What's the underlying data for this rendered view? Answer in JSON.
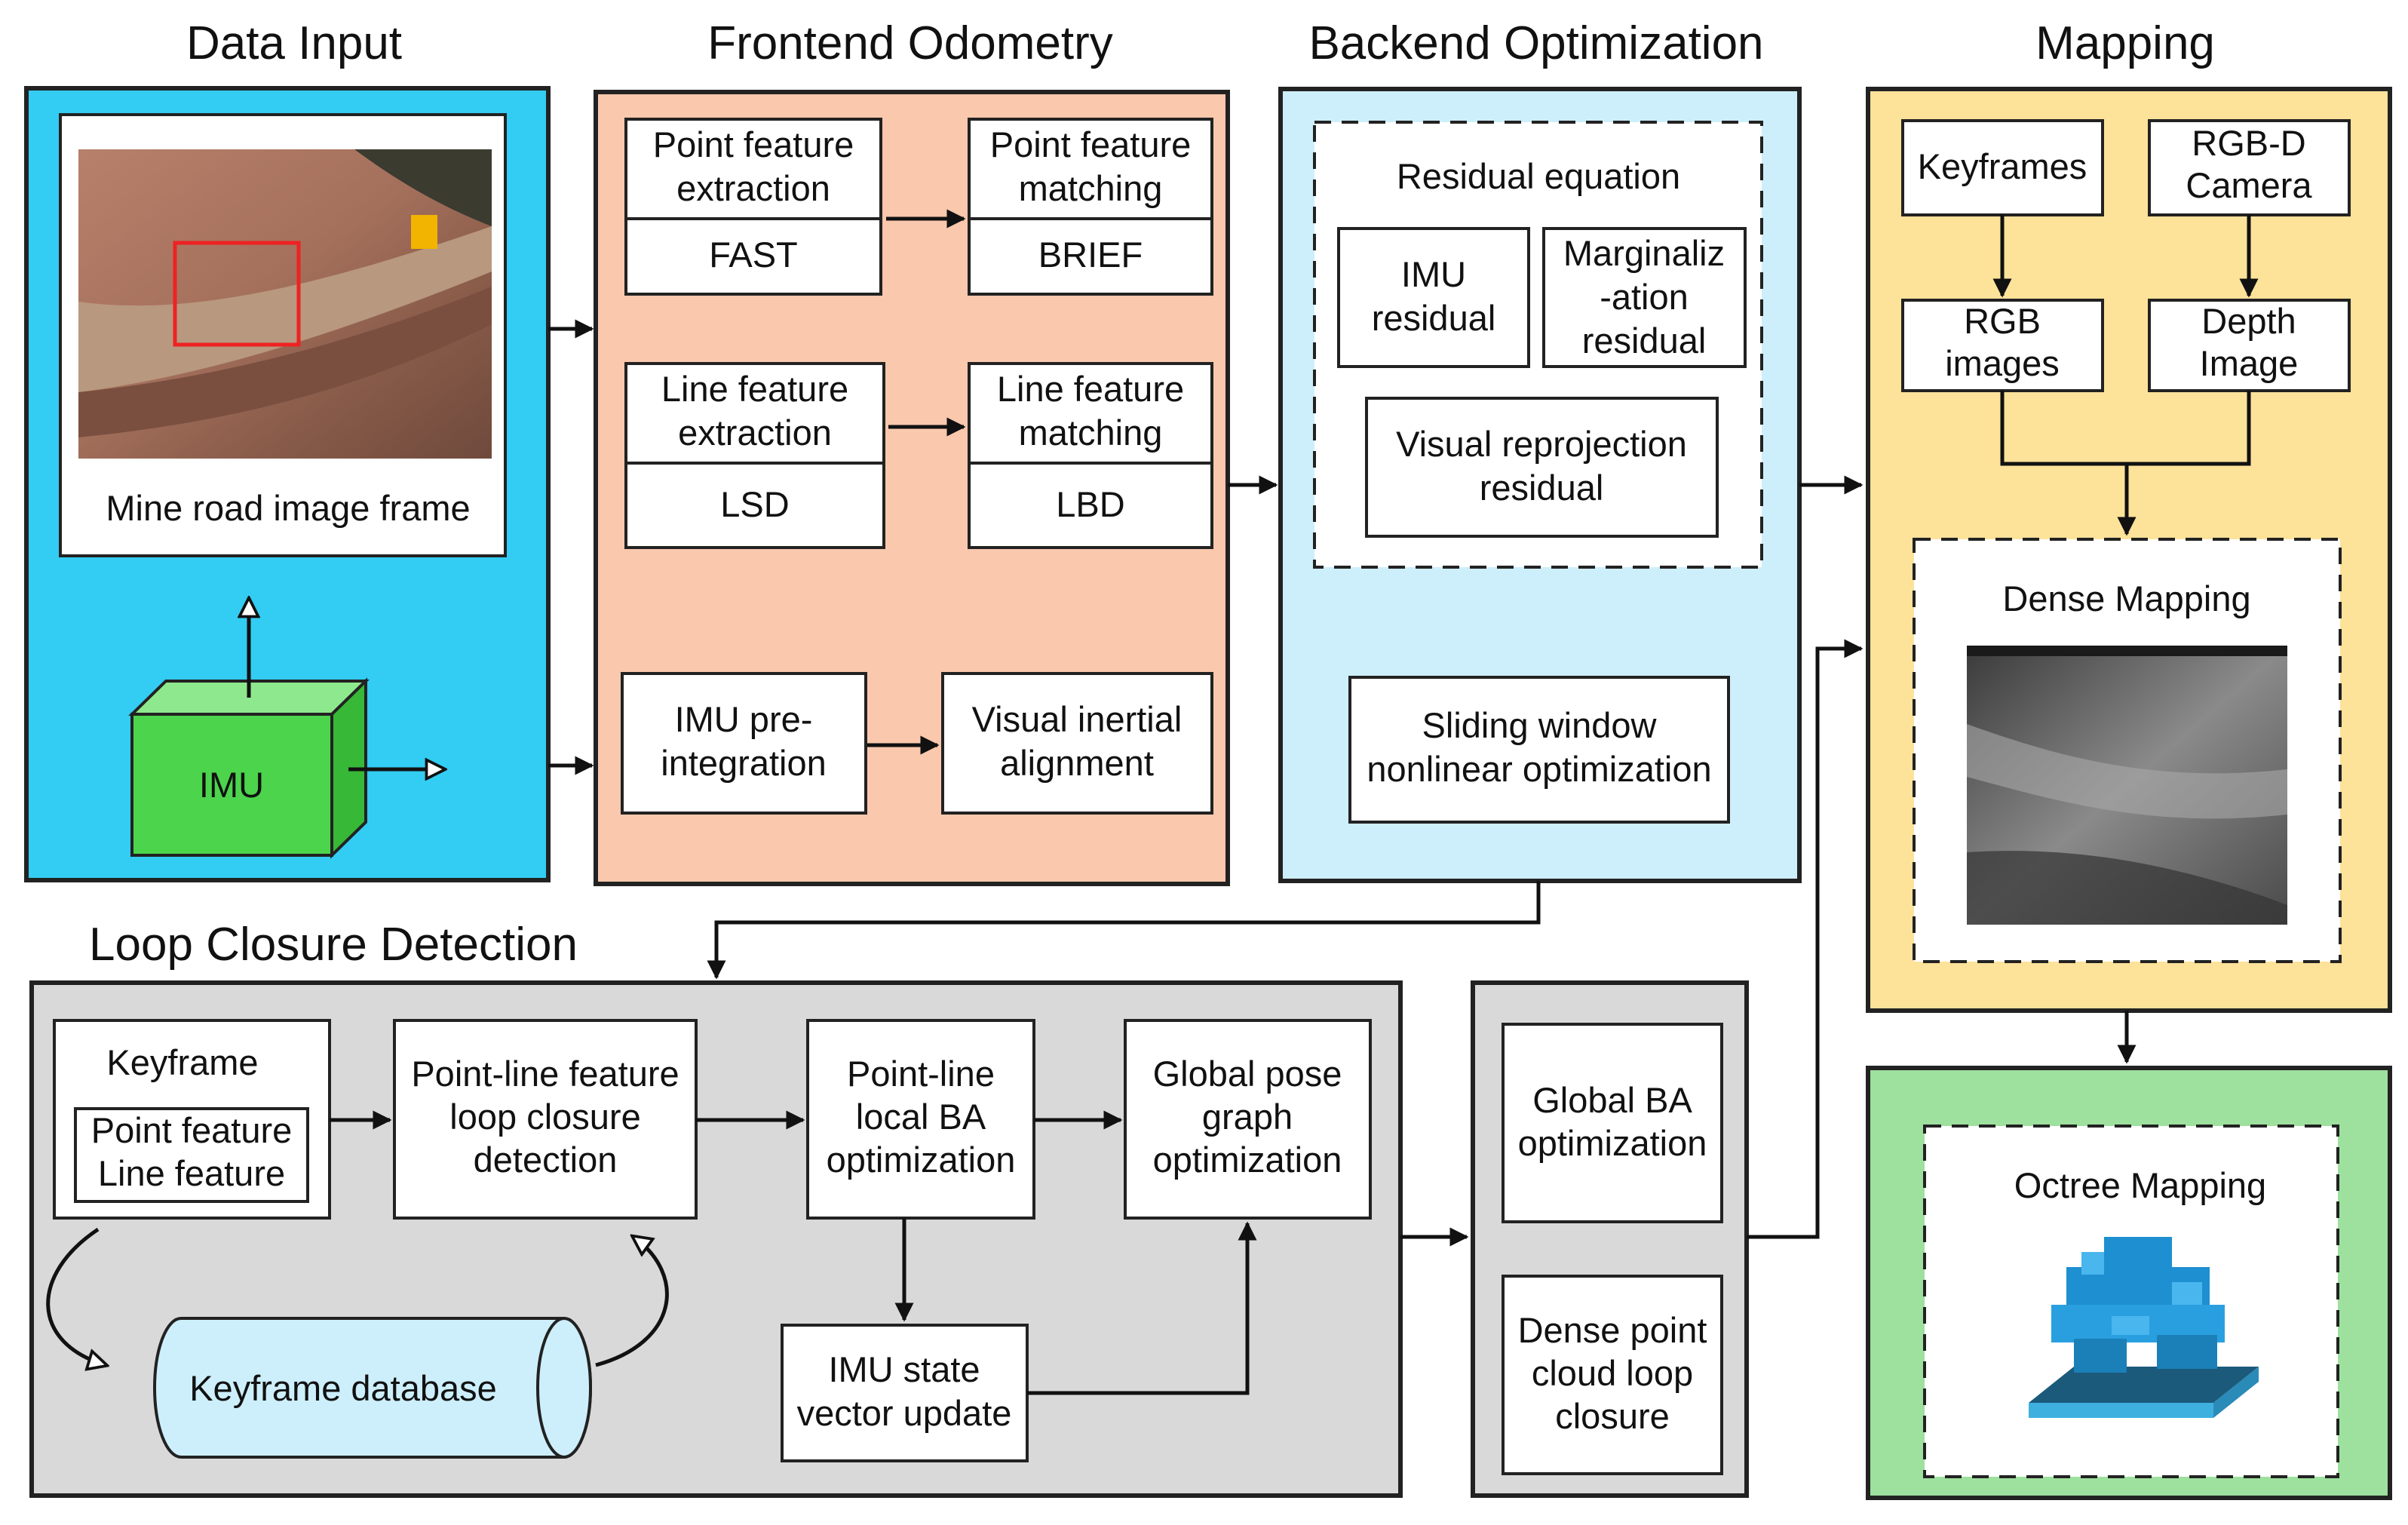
{
  "colors": {
    "data_input": "#33CCF2",
    "frontend": "#F9C8AD",
    "backend": "#CDEFFB",
    "mapping": "#FDE29A",
    "octree": "#9EE09E",
    "loop": "#D9D9D9",
    "imu_cube": "#4CD44C",
    "database": "#CDEFFB"
  },
  "titles": {
    "data_input": "Data Input",
    "frontend": "Frontend Odometry",
    "backend": "Backend Optimization",
    "mapping": "Mapping",
    "loop": "Loop Closure Detection"
  },
  "data_input": {
    "image_caption": "Mine road image frame",
    "imu": "IMU"
  },
  "frontend": {
    "point_extraction": [
      "Point feature",
      "extraction"
    ],
    "fast": "FAST",
    "point_matching": [
      "Point feature",
      "matching"
    ],
    "brief": "BRIEF",
    "line_extraction": [
      "Line feature",
      "extraction"
    ],
    "lsd": "LSD",
    "line_matching": [
      "Line feature",
      "matching"
    ],
    "lbd": "LBD",
    "imu_preintegration": [
      "IMU pre-",
      "integration"
    ],
    "visual_inertial": [
      "Visual inertial",
      "alignment"
    ]
  },
  "backend": {
    "residual_equation": "Residual equation",
    "imu_residual": [
      "IMU",
      "residual"
    ],
    "marginalization": [
      "Marginaliz",
      "-ation",
      "residual"
    ],
    "visual_reprojection": [
      "Visual reprojection",
      "residual"
    ],
    "sliding_window": [
      "Sliding window",
      "nonlinear optimization"
    ]
  },
  "mapping": {
    "keyframes": "Keyframes",
    "rgbd_camera": [
      "RGB-D",
      "Camera"
    ],
    "rgb_images": [
      "RGB",
      "images"
    ],
    "depth_image": [
      "Depth",
      "Image"
    ],
    "dense_mapping": "Dense Mapping",
    "octree_mapping": "Octree Mapping"
  },
  "loop": {
    "keyframe": "Keyframe",
    "point_feature": "Point feature",
    "line_feature": "Line feature",
    "pl_loop": [
      "Point-line feature",
      "loop closure",
      "detection"
    ],
    "pl_local_ba": [
      "Point-line",
      "local BA",
      "optimization"
    ],
    "global_pose": [
      "Global pose",
      "graph",
      "optimization"
    ],
    "imu_state": [
      "IMU state",
      "vector update"
    ],
    "keyframe_database": "Keyframe database",
    "global_ba": [
      "Global BA",
      "optimization"
    ],
    "dense_loop": [
      "Dense point",
      "cloud loop",
      "closure"
    ]
  }
}
